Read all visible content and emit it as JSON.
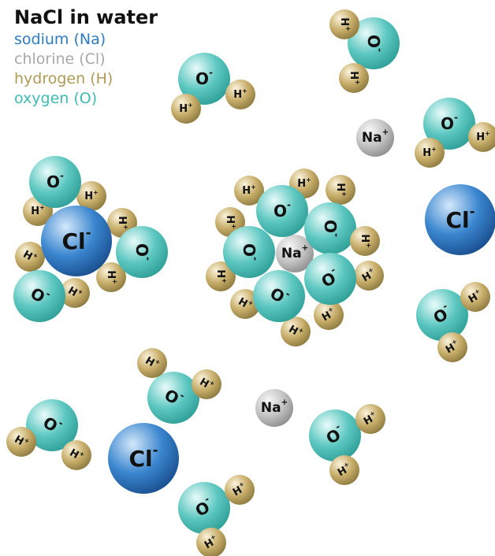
{
  "legend": {
    "title": "NaCl in water",
    "entries": [
      {
        "label": "sodium (Na)",
        "color": "#2f7bbf"
      },
      {
        "label": "chlorine (Cl)",
        "color": "#a8a8a8"
      },
      {
        "label": "hydrogen (H)",
        "color": "#b09a57"
      },
      {
        "label": "oxygen (O)",
        "color": "#3fbbb3"
      }
    ]
  },
  "labels": {
    "oxygen": "O",
    "hydrogen": "H",
    "sodium": "Na",
    "chloride": "Cl"
  },
  "charges": {
    "plus": "+",
    "minus": "-"
  },
  "atom_colors": {
    "oxygen": [
      "#e9fbfa",
      "#5cc7c0",
      "#2f9f98"
    ],
    "hydrogen": [
      "#fbf3dc",
      "#c7ad69",
      "#8d7a40"
    ],
    "sodium": [
      "#f7f7f7",
      "#c4c4c4",
      "#8e8e8e"
    ],
    "chloride": [
      "#d4e8fa",
      "#3a86cf",
      "#1a4f8f"
    ]
  }
}
